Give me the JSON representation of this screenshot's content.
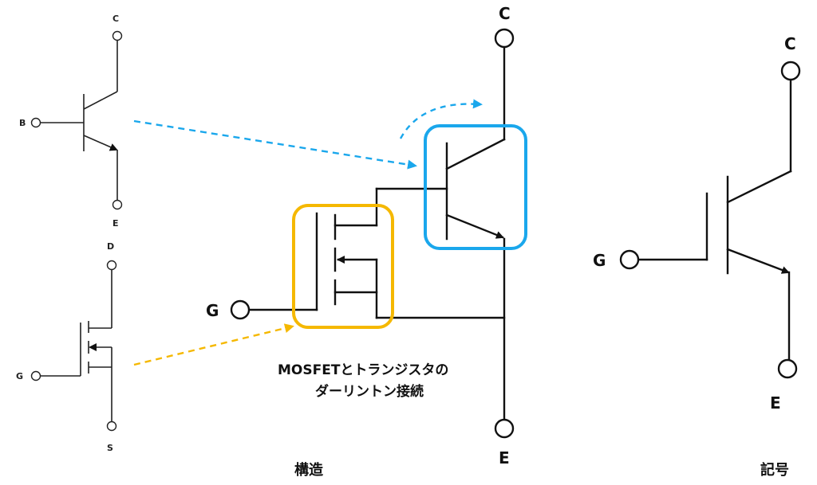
{
  "colors": {
    "mosfet_highlight": "#F5B800",
    "bjt_highlight": "#1AA7EC",
    "wire": "#111111"
  },
  "bjt_symbol": {
    "collector": "C",
    "base": "B",
    "emitter": "E"
  },
  "mosfet_symbol": {
    "drain": "D",
    "gate": "G",
    "source": "S"
  },
  "structure": {
    "collector": "C",
    "gate": "G",
    "emitter": "E",
    "description_line1": "MOSFETとトランジスタの",
    "description_line2": "ダーリントン接続",
    "caption": "構造"
  },
  "igbt_symbol": {
    "collector": "C",
    "gate": "G",
    "emitter": "E",
    "caption": "記号"
  }
}
